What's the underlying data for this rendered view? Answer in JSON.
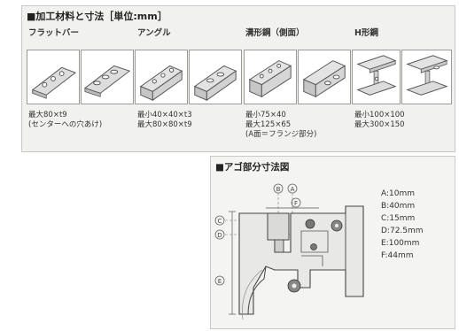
{
  "materials": {
    "title": "■加工材料と寸法［単位:mm］",
    "columns": [
      {
        "title": "フラットバー",
        "spec_lines": [
          "最大80×t9",
          "(センターへの穴あけ)"
        ]
      },
      {
        "title": "アングル",
        "spec_lines": [
          "最小40×40×t3",
          "最大80×80×t9"
        ]
      },
      {
        "title": "溝形鋼（側面）",
        "spec_lines": [
          "最小75×40",
          "最大125×65",
          "(A面＝フランジ部分)"
        ]
      },
      {
        "title": "H形鋼",
        "spec_lines": [
          "最小100×100",
          "最大300×150"
        ]
      }
    ]
  },
  "jaw": {
    "title": "■アゴ部分寸法図",
    "callouts": [
      "B",
      "A",
      "C",
      "D",
      "E",
      "F"
    ],
    "legend": [
      "A:10mm",
      "B:40mm",
      "C:15mm",
      "D:72.5mm",
      "E:100mm",
      "F:44mm"
    ]
  }
}
